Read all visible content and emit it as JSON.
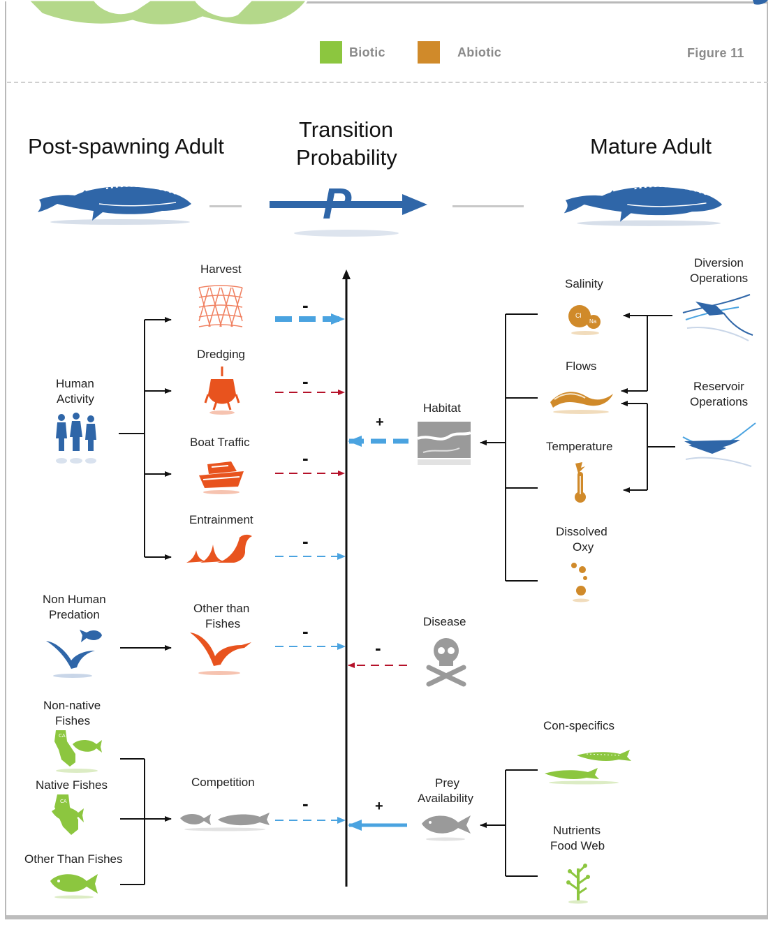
{
  "legend": {
    "biotic": "Biotic",
    "biotic_color": "#8cc63f",
    "abiotic": "Abiotic",
    "abiotic_color": "#d08a2a",
    "figure": "Figure 11"
  },
  "stages": {
    "left": "Post-spawning Adult",
    "center_line1": "Transition",
    "center_line2": "Probability",
    "center_symbol": "P",
    "right": "Mature Adult"
  },
  "left_factors": {
    "human_activity": [
      "Human",
      "Activity"
    ],
    "harvest": "Harvest",
    "dredging": "Dredging",
    "boat_traffic": "Boat Traffic",
    "entrainment": "Entrainment",
    "non_human_predation": [
      "Non Human",
      "Predation"
    ],
    "other_than_fishes_pred": [
      "Other than",
      "Fishes"
    ],
    "non_native_fishes": [
      "Non-native",
      "Fishes"
    ],
    "native_fishes": "Native Fishes",
    "other_than_fishes": "Other Than Fishes",
    "competition": "Competition"
  },
  "right_factors": {
    "diversion": [
      "Diversion",
      "Operations"
    ],
    "salinity": "Salinity",
    "salinity_cl": "Cl",
    "salinity_na": "Na",
    "flows": "Flows",
    "reservoir": [
      "Reservoir",
      "Operations"
    ],
    "habitat": "Habitat",
    "temperature": "Temperature",
    "dissolved": [
      "Dissolved",
      "Oxy"
    ],
    "disease": "Disease",
    "con_specifics": "Con-specifics",
    "prey": [
      "Prey",
      "Availability"
    ],
    "nutrients": [
      "Nutrients",
      "Food Web"
    ]
  },
  "signs": {
    "harvest": "-",
    "dredging": "-",
    "boat_traffic": "-",
    "entrainment": "-",
    "predation": "-",
    "competition": "-",
    "habitat": "+",
    "disease": "-",
    "prey": "+"
  },
  "colors": {
    "blue_dark": "#2f66a8",
    "blue_light": "#4aa3e0",
    "red_dash": "#b5122a",
    "orange_red": "#e8531e",
    "grey_icon": "#9a9a9a",
    "abiotic": "#d08a2a",
    "biotic": "#8cc63f"
  }
}
